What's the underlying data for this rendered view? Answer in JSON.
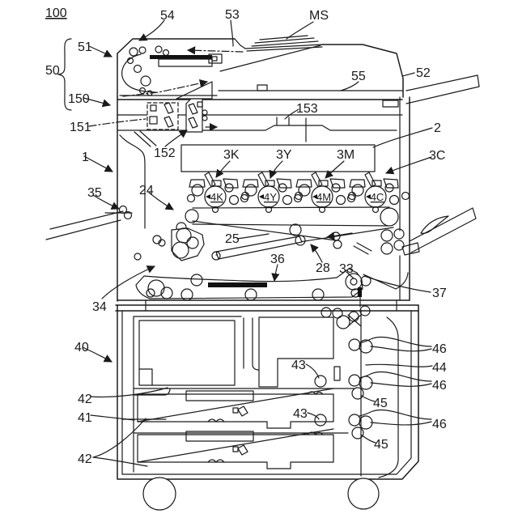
{
  "figure": {
    "title_ref": "100",
    "labels": {
      "l100": "100",
      "l54": "54",
      "l53": "53",
      "lMS": "MS",
      "l51": "51",
      "l50": "50",
      "l52": "52",
      "l55": "55",
      "l150": "150",
      "l153": "153",
      "l151": "151",
      "l2": "2",
      "l152": "152",
      "l3K": "3K",
      "l3Y": "3Y",
      "l3M": "3M",
      "l3C": "3C",
      "l1": "1",
      "l35": "35",
      "l24": "24",
      "l4K": "4K",
      "l4Y": "4Y",
      "l4M": "4M",
      "l4C": "4C",
      "l25": "25",
      "l36": "36",
      "l28": "28",
      "l33": "33",
      "l34": "34",
      "l37": "37",
      "l40": "40",
      "l41": "41",
      "l42a": "42",
      "l42b": "42",
      "l43a": "43",
      "l43b": "43",
      "l44": "44",
      "l45a": "45",
      "l45b": "45",
      "l46a": "46",
      "l46b": "46",
      "l46c": "46"
    }
  }
}
